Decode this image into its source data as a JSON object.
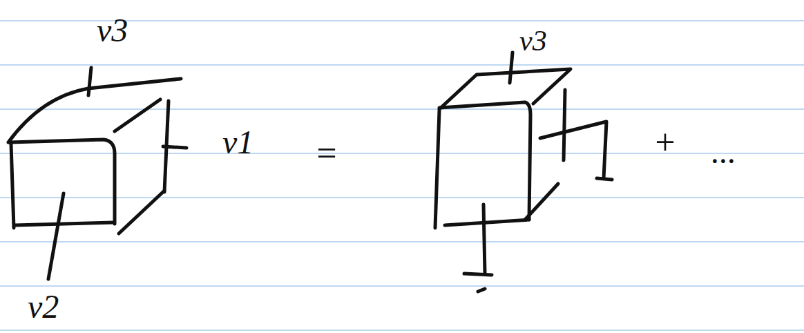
{
  "diagram": {
    "labels": [
      "v3",
      "v1",
      "v2",
      "=",
      "v3",
      "+",
      "..."
    ]
  }
}
